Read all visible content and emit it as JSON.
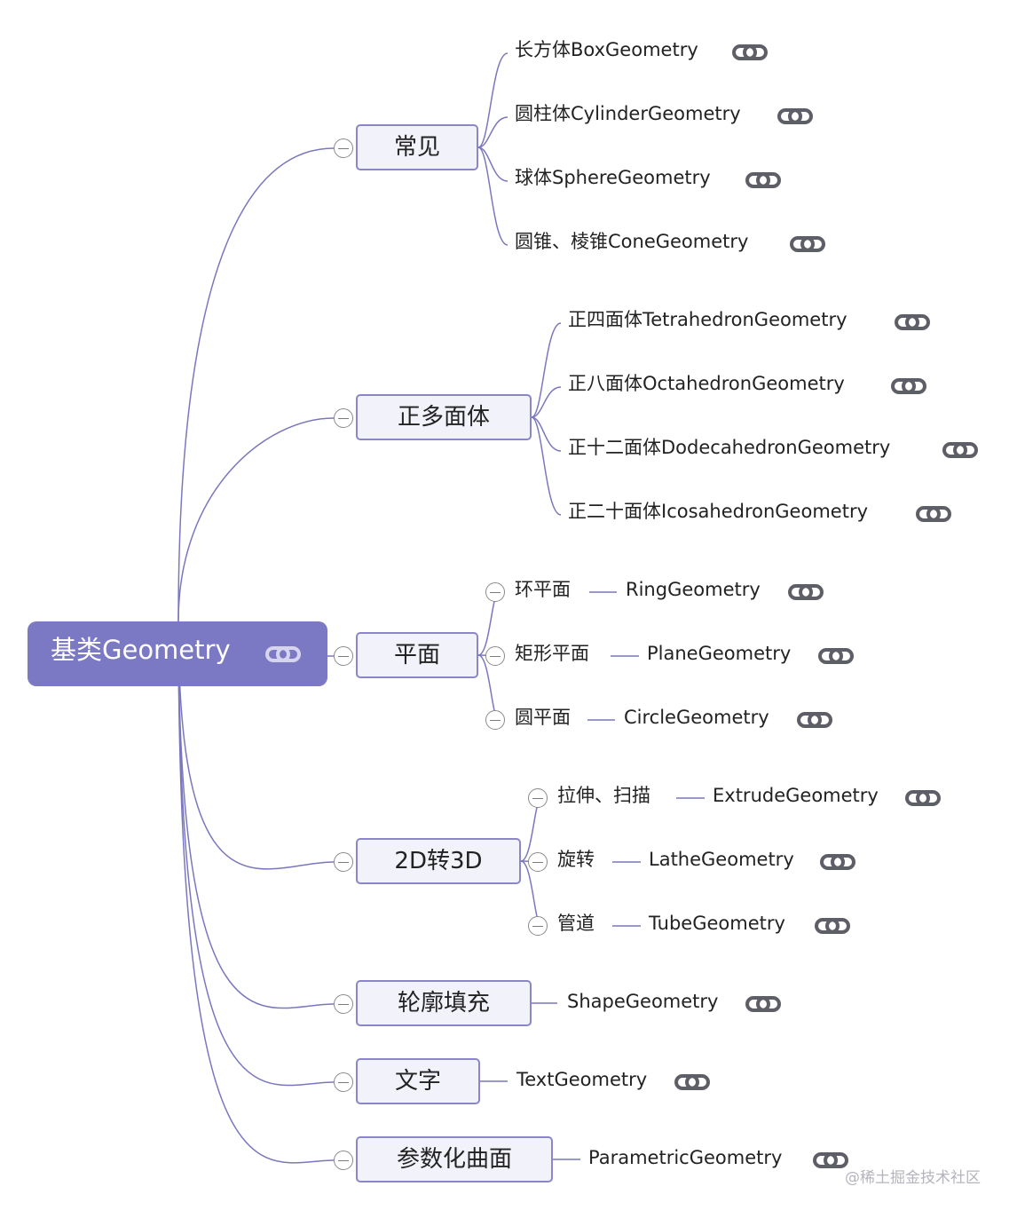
{
  "root": {
    "label": "基类Geometry"
  },
  "branches": [
    {
      "label": "常见",
      "children": [
        {
          "label": "长方体BoxGeometry"
        },
        {
          "label": "圆柱体CylinderGeometry"
        },
        {
          "label": "球体SphereGeometry"
        },
        {
          "label": "圆锥、棱锥ConeGeometry"
        }
      ]
    },
    {
      "label": "正多面体",
      "children": [
        {
          "label": "正四面体TetrahedronGeometry"
        },
        {
          "label": "正八面体OctahedronGeometry"
        },
        {
          "label": "正十二面体DodecahedronGeometry"
        },
        {
          "label": "正二十面体IcosahedronGeometry"
        }
      ]
    },
    {
      "label": "平面",
      "children": [
        {
          "label": "环平面",
          "child": "RingGeometry"
        },
        {
          "label": "矩形平面",
          "child": "PlaneGeometry"
        },
        {
          "label": "圆平面",
          "child": "CircleGeometry"
        }
      ]
    },
    {
      "label": "2D转3D",
      "children": [
        {
          "label": "拉伸、扫描",
          "child": "ExtrudeGeometry"
        },
        {
          "label": "旋转",
          "child": "LatheGeometry"
        },
        {
          "label": "管道",
          "child": "TubeGeometry"
        }
      ]
    },
    {
      "label": "轮廓填充",
      "children": [
        {
          "label": "ShapeGeometry"
        }
      ]
    },
    {
      "label": "文字",
      "children": [
        {
          "label": "TextGeometry"
        }
      ]
    },
    {
      "label": "参数化曲面",
      "children": [
        {
          "label": "ParametricGeometry"
        }
      ]
    }
  ],
  "icons": {
    "link": "link-icon",
    "collapse": "collapse-minus-icon"
  },
  "colors": {
    "root_fill": "#7b78c4",
    "branch_fill": "#f2f2fa",
    "branch_border": "#8a86c8",
    "connector": "#7a77be"
  },
  "watermark": "@稀土掘金技术社区"
}
